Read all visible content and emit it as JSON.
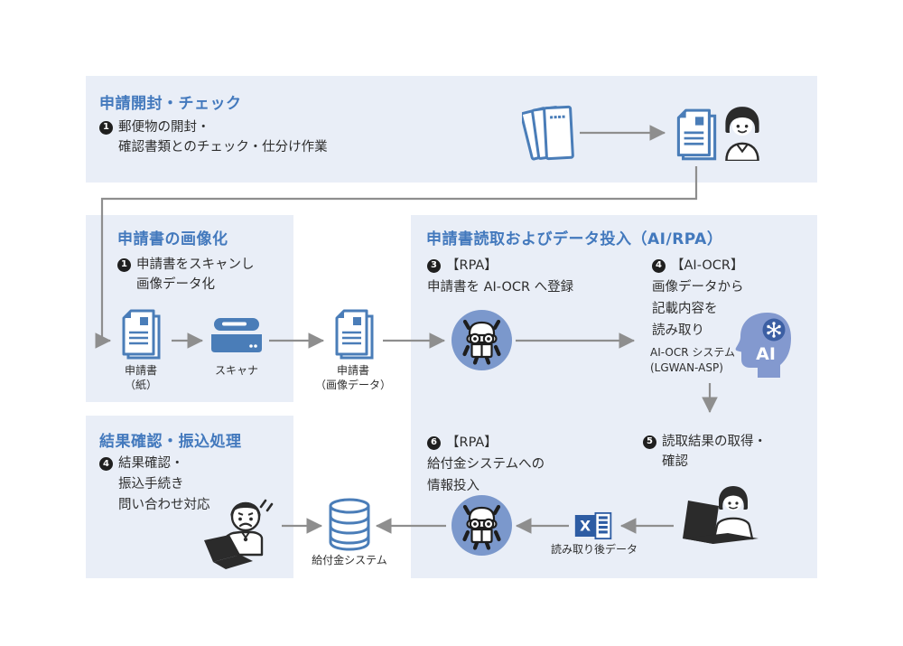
{
  "colors": {
    "box_bg": "#e9eef7",
    "title_blue": "#4379bd",
    "icon_blue": "#4a7db8",
    "robot_circle": "#7b98cc",
    "ai_head": "#8399cf",
    "ai_badge_circle": "#3c5fa3",
    "excel_blue": "#2d5ca3",
    "arrow_gray": "#8e8e8e",
    "text_dark": "#2e2e2e",
    "person_dark": "#2b2b2b"
  },
  "sections": {
    "open_check": {
      "title": "申請開封・チェック",
      "step": {
        "number": "1",
        "lines": [
          "郵便物の開封・",
          "確認書類とのチェック・仕分け作業"
        ]
      }
    },
    "imaging": {
      "title": "申請書の画像化",
      "step": {
        "number": "1",
        "lines": [
          "申請書をスキャンし",
          "画像データ化"
        ]
      }
    },
    "read_and_input": {
      "title": "申請書読取およびデータ投入（AI/RPA）",
      "step_rpa_register": {
        "number": "3",
        "tag": "【RPA】",
        "lines": [
          "申請書を AI-OCR へ登録"
        ]
      },
      "step_ai_ocr": {
        "number": "4",
        "tag": "【AI-OCR】",
        "lines": [
          "画像データから",
          "記載内容を",
          "読み取り"
        ]
      },
      "step_result_check": {
        "number": "5",
        "lines": [
          "読取結果の取得・",
          "確認"
        ]
      },
      "step_rpa_input": {
        "number": "6",
        "tag": "【RPA】",
        "lines": [
          "給付金システムへの",
          "情報投入"
        ]
      }
    },
    "result_transfer": {
      "title": "結果確認・振込処理",
      "step": {
        "number": "4",
        "lines": [
          "結果確認・",
          "振込手続き",
          "問い合わせ対応"
        ]
      }
    }
  },
  "labels": {
    "paper_doc_line1": "申請書",
    "paper_doc_line2": "（紙）",
    "scanner": "スキャナ",
    "image_doc_line1": "申請書",
    "image_doc_line2": "（画像データ）",
    "ai_ocr_system_line1": "AI-OCR システム",
    "ai_ocr_system_line2": "(LGWAN-ASP)",
    "post_read_data": "読み取り後データ",
    "benefit_system": "給付金システム",
    "ai_text": "AI",
    "excel_x": "X"
  },
  "icon_names": [
    "mail-stack-icon",
    "documents-icon",
    "staff-woman-icon",
    "application-paper-icon",
    "scanner-icon",
    "application-image-icon",
    "rpa-robot-icon",
    "ai-ocr-head-icon",
    "excel-file-icon",
    "staff-woman-laptop-icon",
    "database-icon",
    "worried-staff-icon"
  ]
}
